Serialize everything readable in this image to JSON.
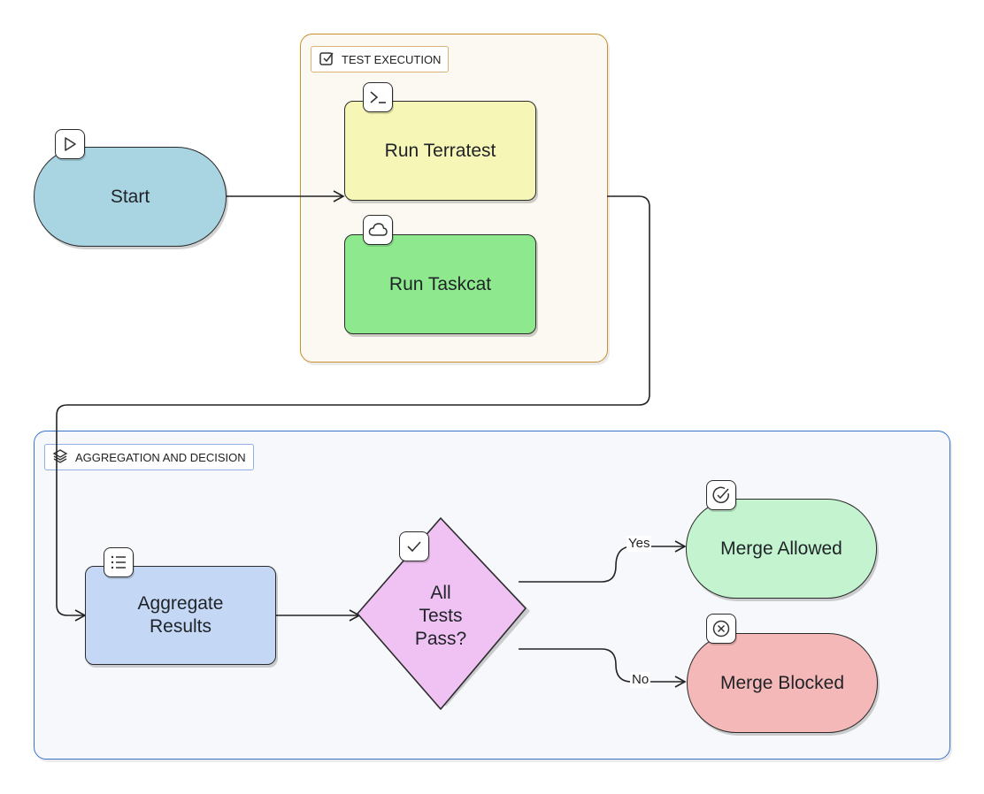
{
  "groups": {
    "test_execution": {
      "label": "TEST EXECUTION",
      "icon": "checkbox-icon",
      "border_color": "#c8902e",
      "fill": "#fbf9f1"
    },
    "aggregation": {
      "label": "AGGREGATION AND DECISION",
      "icon": "layers-icon",
      "border_color": "#3b73c8",
      "fill": "#f6f8fb"
    }
  },
  "nodes": {
    "start": {
      "label": "Start",
      "icon": "play-icon",
      "fill": "#a9d5e3"
    },
    "run_terratest": {
      "label": "Run Terratest",
      "icon": "terminal-icon",
      "fill": "#f6f6b6"
    },
    "run_taskcat": {
      "label": "Run Taskcat",
      "icon": "cloud-icon",
      "fill": "#8ee98e"
    },
    "aggregate_results": {
      "label": "Aggregate\nResults",
      "icon": "list-icon",
      "fill": "#c4d8f6"
    },
    "decision": {
      "label": "All\nTests\nPass?",
      "icon": "check-icon",
      "fill": "#efc2f3"
    },
    "merge_allowed": {
      "label": "Merge Allowed",
      "icon": "check-circle-icon",
      "fill": "#c3f3cf"
    },
    "merge_blocked": {
      "label": "Merge Blocked",
      "icon": "x-circle-icon",
      "fill": "#f4b8b8"
    }
  },
  "edges": {
    "yes_label": "Yes",
    "no_label": "No"
  }
}
